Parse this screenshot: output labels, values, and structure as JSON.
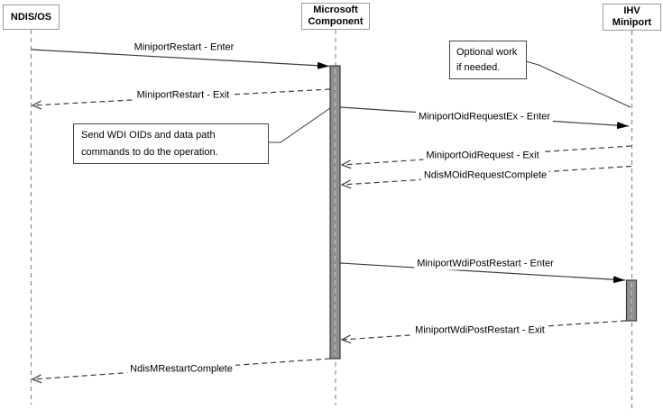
{
  "diagram": {
    "type": "sequence",
    "actors": [
      {
        "name": "NDIS/OS"
      },
      {
        "name": "Microsoft Component"
      },
      {
        "name": "IHV Miniport"
      }
    ],
    "messages": [
      {
        "label": "MiniportRestart - Enter",
        "from": "NDIS/OS",
        "to": "Microsoft Component",
        "style": "solid-call"
      },
      {
        "label": "MiniportRestart - Exit",
        "from": "Microsoft Component",
        "to": "NDIS/OS",
        "style": "dashed-return"
      },
      {
        "label": "MiniportOidRequestEx - Enter",
        "from": "Microsoft Component",
        "to": "IHV Miniport",
        "style": "solid-call"
      },
      {
        "label": "MiniportOidRequest - Exit",
        "from": "IHV Miniport",
        "to": "Microsoft Component",
        "style": "dashed-return"
      },
      {
        "label": "NdisMOidRequestComplete",
        "from": "IHV Miniport",
        "to": "Microsoft Component",
        "style": "dashed-return"
      },
      {
        "label": "MiniportWdiPostRestart - Enter",
        "from": "Microsoft Component",
        "to": "IHV Miniport",
        "style": "solid-call"
      },
      {
        "label": "MiniportWdiPostRestart - Exit",
        "from": "IHV Miniport",
        "to": "Microsoft Component",
        "style": "dashed-return"
      },
      {
        "label": "NdisMRestartComplete",
        "from": "Microsoft Component",
        "to": "NDIS/OS",
        "style": "dashed-return"
      }
    ],
    "notes": [
      {
        "text": "Optional work if needed.",
        "attached_to": "IHV Miniport"
      },
      {
        "text": "Send WDI OIDs and data path commands to do the operation.",
        "attached_to": "Microsoft Component"
      }
    ],
    "colors": {
      "background": "#ffffff",
      "message_line": "#3d3d3d",
      "lifeline": "#8f8f8f",
      "activation_fill": "#8f8f8f",
      "activation_border": "#3a3a3a",
      "actor_border": "#9a9a9a",
      "note_border": "#474747",
      "text": "#000000"
    }
  }
}
